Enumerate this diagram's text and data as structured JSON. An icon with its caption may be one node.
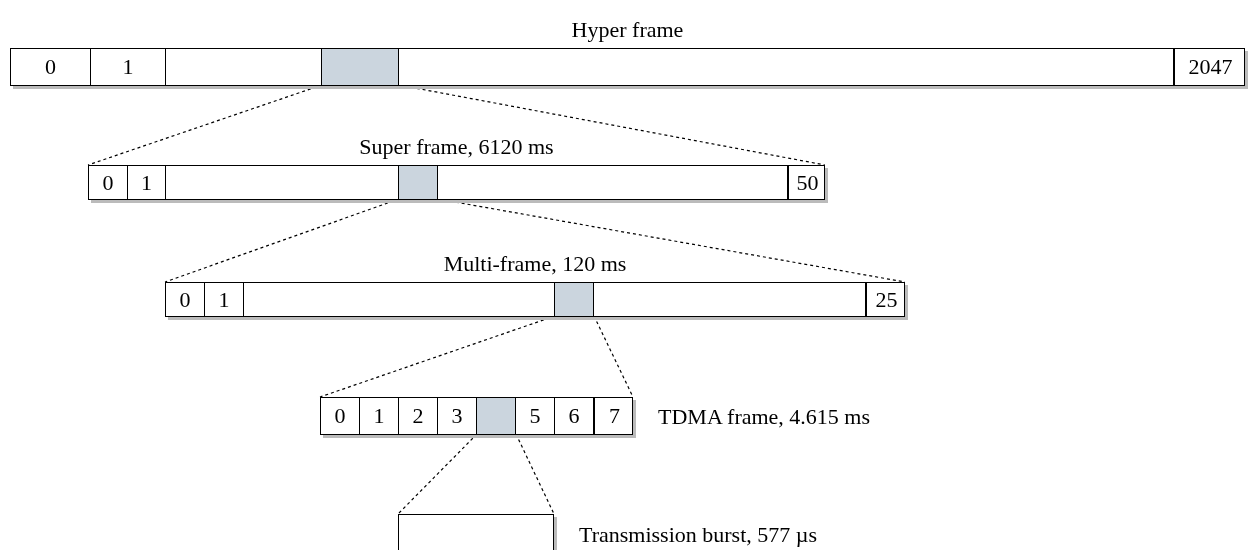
{
  "diagram": {
    "nodes": [
      {
        "text": [
          "Hyper frame"
        ]
      },
      {
        "text": [
          "0"
        ],
        "in": 0
      },
      {
        "text": [
          "1"
        ],
        "in": 0
      },
      {
        "text": [],
        "shape": "box",
        "in": 0
      },
      {
        "text": [],
        "shape": "box",
        "in": 0
      },
      {
        "text": [],
        "shape": "box",
        "in": 0
      },
      {
        "text": [
          "2047"
        ],
        "in": 0
      },
      {
        "text": [
          "Super frame, 6120 ms"
        ]
      },
      {
        "text": [
          "0"
        ],
        "in": 7
      },
      {
        "text": [
          "1"
        ],
        "in": 7
      },
      {
        "text": [],
        "shape": "box",
        "in": 7
      },
      {
        "text": [],
        "shape": "box",
        "in": 7
      },
      {
        "text": [],
        "shape": "box",
        "in": 7
      },
      {
        "text": [
          "50"
        ],
        "in": 7
      },
      {
        "text": [
          "Multi-frame, 120 ms"
        ]
      },
      {
        "text": [
          "0"
        ],
        "in": 14
      },
      {
        "text": [
          "1"
        ],
        "in": 14
      },
      {
        "text": [],
        "shape": "box",
        "in": 14
      },
      {
        "text": [],
        "shape": "box",
        "in": 14
      },
      {
        "text": [],
        "shape": "box",
        "in": 14
      },
      {
        "text": [
          "25"
        ],
        "in": 14
      },
      {
        "text": [
          "TDMA frame, 4.615 ms"
        ]
      },
      {
        "text": [
          "0"
        ],
        "in": 21
      },
      {
        "text": [
          "1"
        ],
        "in": 21
      },
      {
        "text": [
          "2"
        ],
        "in": 21
      },
      {
        "text": [
          "3"
        ],
        "in": 21
      },
      {
        "text": [],
        "shape": "box",
        "in": 21
      },
      {
        "text": [
          "5"
        ],
        "in": 21
      },
      {
        "text": [
          "6"
        ],
        "in": 21
      },
      {
        "text": [
          "7"
        ],
        "in": 21
      },
      {
        "text": [
          "Transmission burst, 577 µs"
        ]
      }
    ],
    "edges": [
      {
        "from": 4,
        "to": 7,
        "arrow": "none",
        "style": "dashed"
      },
      {
        "from": 4,
        "to": 7,
        "arrow": "none",
        "style": "dashed"
      },
      {
        "from": 11,
        "to": 14,
        "arrow": "none",
        "style": "dashed"
      },
      {
        "from": 11,
        "to": 14,
        "arrow": "none",
        "style": "dashed"
      },
      {
        "from": 18,
        "to": 21,
        "arrow": "none",
        "style": "dashed"
      },
      {
        "from": 18,
        "to": 21,
        "arrow": "none",
        "style": "dashed"
      },
      {
        "from": 26,
        "to": 30,
        "arrow": "none",
        "style": "dashed"
      },
      {
        "from": 26,
        "to": 30,
        "arrow": "none",
        "style": "dashed"
      }
    ]
  }
}
